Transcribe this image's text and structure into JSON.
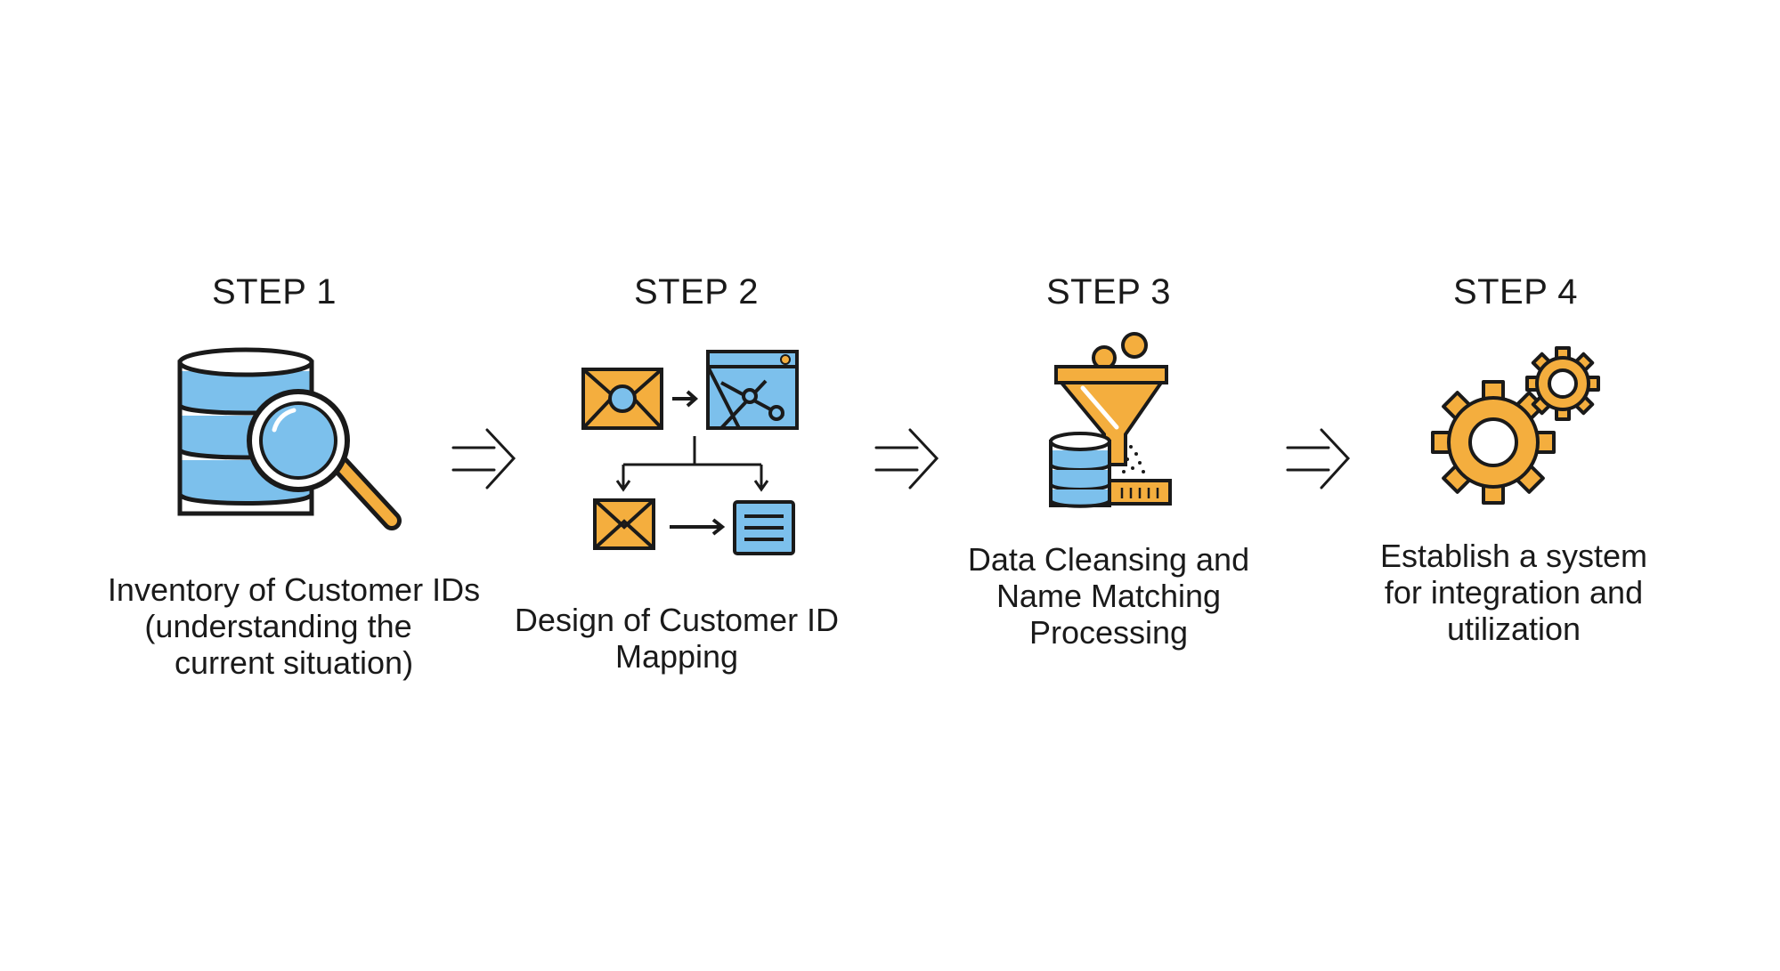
{
  "steps": [
    {
      "title": "STEP 1",
      "label_lines": [
        "Inventory of Customer IDs",
        "(understanding the",
        "current situation)"
      ],
      "icon": "database-search-icon"
    },
    {
      "title": "STEP 2",
      "label_lines": [
        "Design of Customer ID Mapping"
      ],
      "icon": "mapping-icon"
    },
    {
      "title": "STEP 3",
      "label_lines": [
        "Data Cleansing and",
        "Name Matching",
        "Processing"
      ],
      "icon": "funnel-cleansing-icon"
    },
    {
      "title": "STEP 4",
      "label_lines": [
        "Establish a system",
        "for integration and",
        "utilization"
      ],
      "icon": "gears-icon"
    }
  ],
  "colors": {
    "blue": "#7cc0ec",
    "orange": "#f4ae3e",
    "stroke": "#1a1a1a"
  }
}
